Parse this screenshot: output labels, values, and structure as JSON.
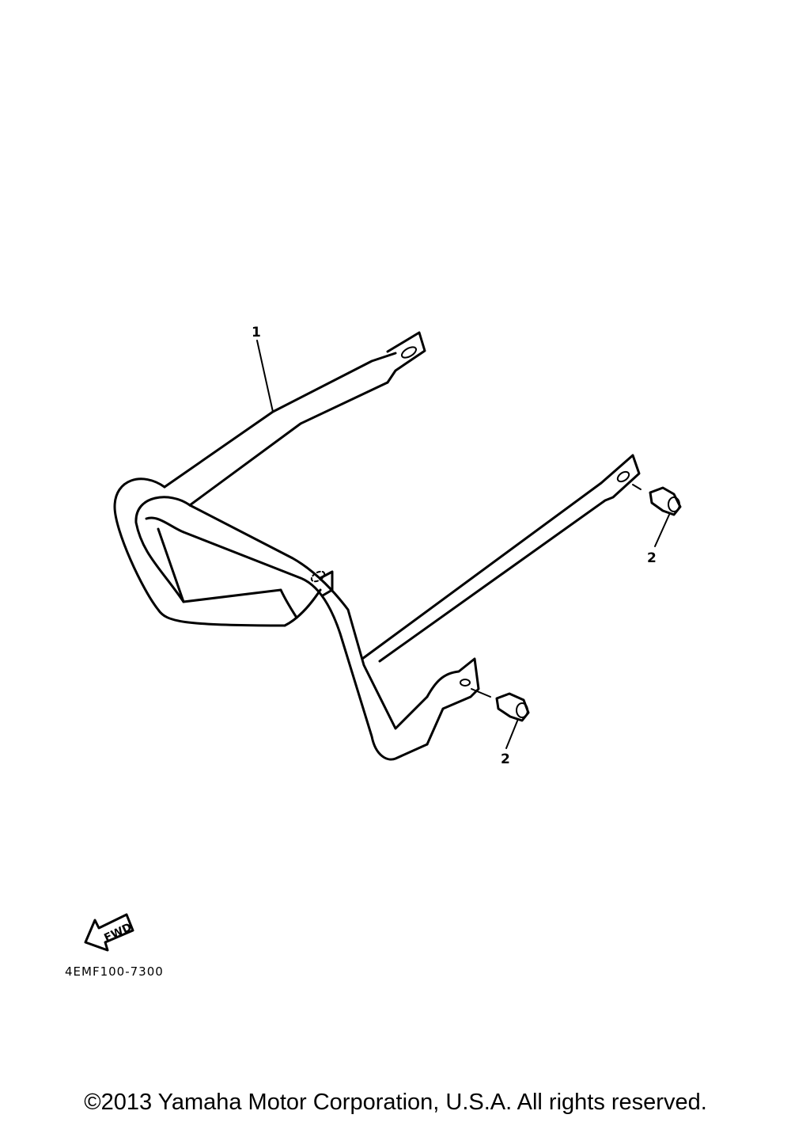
{
  "diagram": {
    "callouts": [
      {
        "id": "part-1",
        "label": "1"
      },
      {
        "id": "part-2-right",
        "label": "2"
      },
      {
        "id": "part-2-left",
        "label": "2"
      }
    ],
    "fwd_label": "FWD",
    "drawing_code": "4EMF100-7300",
    "copyright": "©2013 Yamaha Motor Corporation, U.S.A. All rights reserved."
  }
}
